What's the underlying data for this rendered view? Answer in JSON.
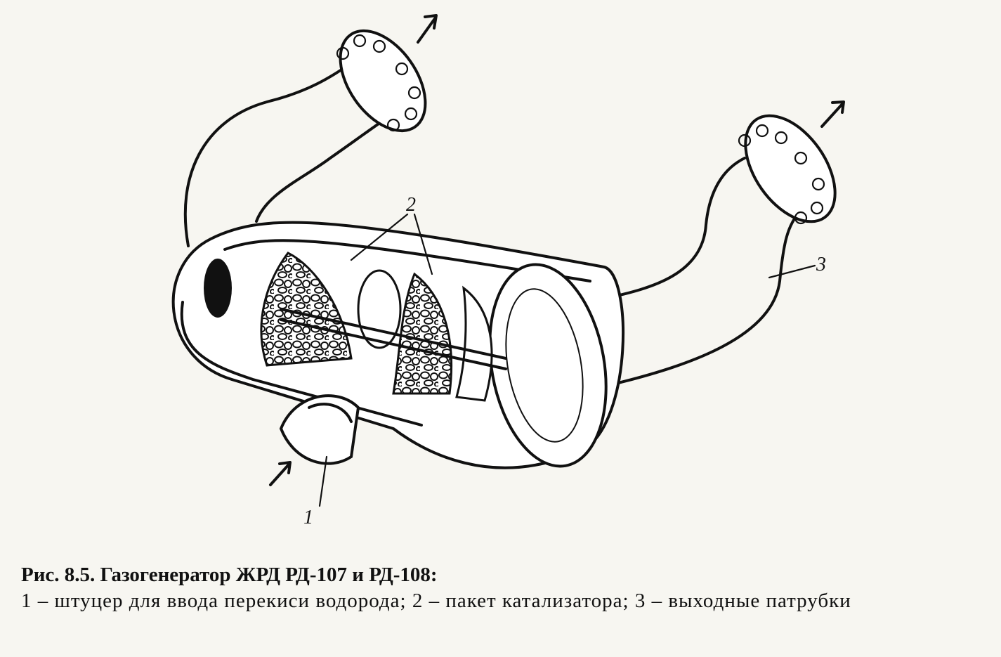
{
  "callouts": {
    "label_1": "1",
    "label_2": "2",
    "label_3": "3"
  },
  "caption": {
    "title": "Рис. 8.5. Газогенератор ЖРД РД-107 и РД-108:",
    "legend": "1 – штуцер для ввода перекиси водорода; 2 – пакет катализатора; 3 – выходные патрубки"
  },
  "colors": {
    "ink": "#111111",
    "paper": "#f7f6f1"
  }
}
